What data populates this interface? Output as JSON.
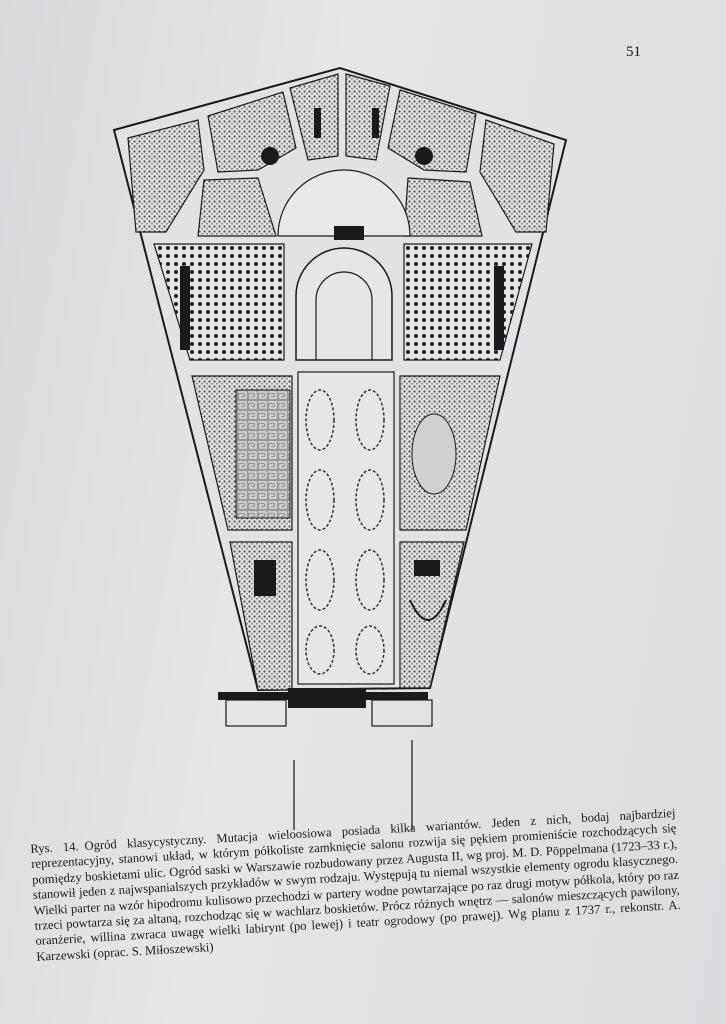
{
  "page": {
    "number": "51"
  },
  "figure": {
    "type": "garden-plan-illustration",
    "label": "Rys. 14.",
    "caption": "Ogród klasycystyczny. Mutacja wieloosiowa posiada kilka wariantów. Jeden z nich, bodaj najbardziej reprezentacyjny, stanowi układ, w którym półkoliste zamknięcie salonu rozwija się pękiem promieniście rozchodzących się pomiędzy boskietami ulic. Ogród saski w Warszawie rozbudowany przez Augusta II, wg proj. M. D. Pöppelmana (1723–33 r.), stanowił jeden z najwspanialszych przykładów w swym rodzaju. Występują tu niemal wszystkie elementy ogrodu klasycznego. Wielki parter na wzór hipodromu kulisowo przechodzi w partery wodne powtarzające po raz drugi motyw półkola, który po raz trzeci powtarza się za altaną, rozchodząc się w wachlarz boskietów. Prócz różnych wnętrz — salonów mieszczących pawilony, oranżerie, willina zwraca uwagę wielki labirynt (po lewej) i teatr ogrodowy (po prawej). Wg planu z 1737 r., rekonstr. A. Karzewski (oprac. S. Miłoszewski)"
  },
  "colors": {
    "ink": "#1a1a1a",
    "paper": "#e3e3e5",
    "hedge_fill": "#8a8a8a"
  }
}
